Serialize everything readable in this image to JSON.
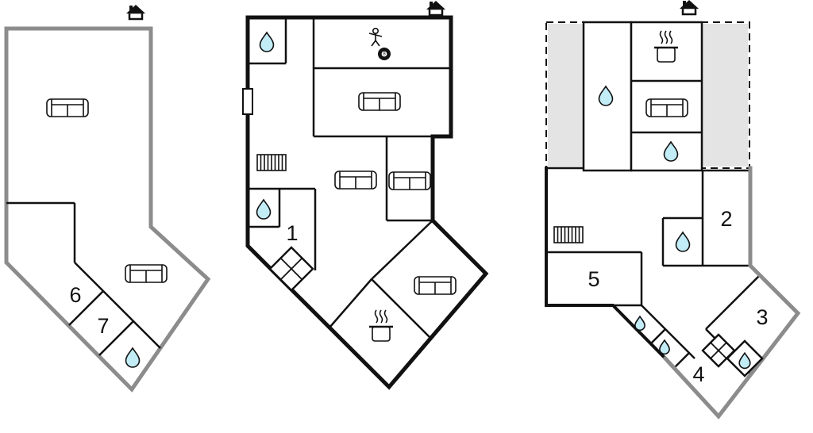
{
  "meta": {
    "type": "holiday-home-floor-plans",
    "plan_count": 3
  },
  "colors": {
    "background": "#ffffff",
    "wall-black": "#111111",
    "wall-gray": "#8c8c8c",
    "terrace-fill": "#e4e4e4",
    "water-fill": "#c2ecf6",
    "label-color": "#111111"
  },
  "plans": {
    "left": {
      "name": "left-floor-plan",
      "room_labels": {
        "r6": "6",
        "r7": "7"
      },
      "icons": [
        "home-icon",
        "sofa-icon",
        "sofa-icon",
        "water-drop-icon"
      ]
    },
    "middle": {
      "name": "middle-floor-plan",
      "room_labels": {
        "r1": "1"
      },
      "billiard_ball": "8",
      "icons": [
        "home-icon",
        "water-drop-icon",
        "figure-icon",
        "billiard-ball-icon",
        "sofa-icon",
        "entrance-door-icon",
        "radiator-icon",
        "water-drop-icon",
        "sofa-icon",
        "sofa-icon",
        "void-x-icon",
        "sofa-icon",
        "stove-pot-icon"
      ]
    },
    "right": {
      "name": "right-floor-plan",
      "room_labels": {
        "r2": "2",
        "r3": "3",
        "r4": "4",
        "r5": "5"
      },
      "icons": [
        "home-icon",
        "stove-pot-icon",
        "water-drop-icon",
        "sofa-icon",
        "water-drop-icon",
        "radiator-icon",
        "water-drop-icon",
        "water-drop-icon",
        "water-drop-icon",
        "void-x-icon",
        "water-drop-icon"
      ]
    }
  }
}
